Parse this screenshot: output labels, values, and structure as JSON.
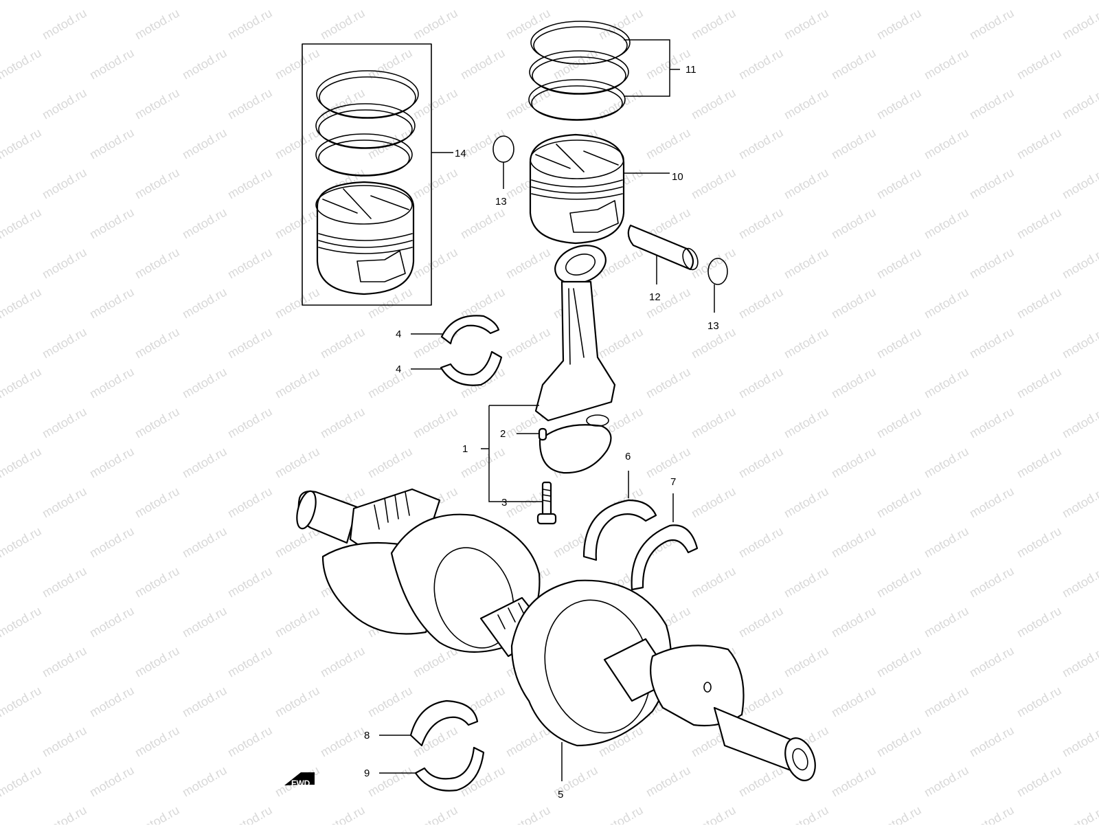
{
  "watermark": "motod.ru",
  "direction_badge": "FWD",
  "callouts": {
    "c1": "1",
    "c2": "2",
    "c3": "3",
    "c4a": "4",
    "c4b": "4",
    "c5": "5",
    "c6": "6",
    "c7": "7",
    "c8": "8",
    "c9": "9",
    "c10": "10",
    "c11": "11",
    "c12": "12",
    "c13a": "13",
    "c13b": "13",
    "c14": "14"
  },
  "colors": {
    "line": "#000000",
    "background": "#ffffff",
    "watermark": "#b8b8b8"
  }
}
